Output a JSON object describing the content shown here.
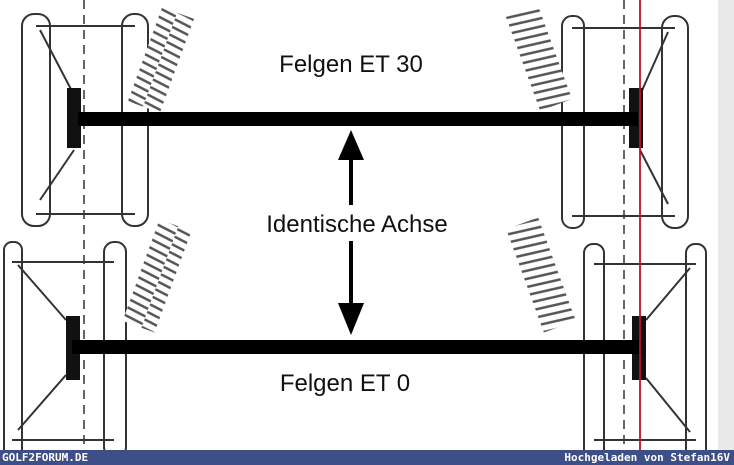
{
  "labels": {
    "top": "Felgen ET 30",
    "middle": "Identische Achse",
    "bottom": "Felgen ET 0"
  },
  "footer": {
    "site": "GOLF2FORUM.DE",
    "credit": "Hochgeladen von Stefan16V"
  },
  "colors": {
    "footer_bg": "#3d4f86",
    "marker_line": "#c0102a"
  }
}
